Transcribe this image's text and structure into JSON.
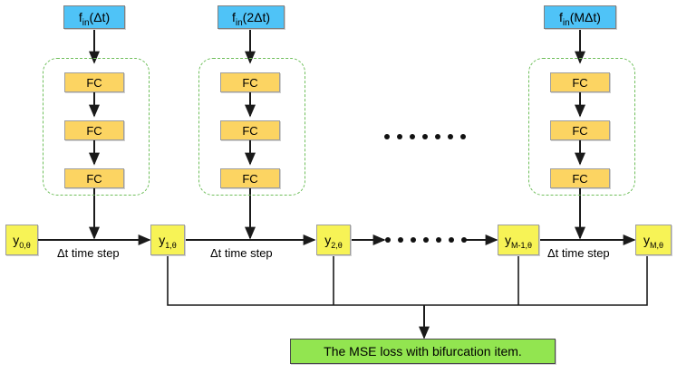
{
  "diagram": {
    "title": "Recurrent fully-connected network unrolled over M time steps with MSE bifurcation loss",
    "colors": {
      "input_box": "#4FC3F7",
      "fc_box": "#FCD462",
      "state_box": "#F7F356",
      "loss_box": "#92E550",
      "group_border": "#6FBF5B",
      "edge": "#1a1a1a",
      "background": "#FFFFFF"
    },
    "inputs": [
      {
        "id": "input-1",
        "text": "f",
        "sub": "in",
        "arg": "(Δt)"
      },
      {
        "id": "input-2",
        "text": "f",
        "sub": "in",
        "arg": "(2Δt)"
      },
      {
        "id": "input-M",
        "text": "f",
        "sub": "in",
        "arg": "(MΔt)"
      }
    ],
    "fc_groups": [
      {
        "id": "fc-group-1",
        "layers": [
          "FC",
          "FC",
          "FC"
        ]
      },
      {
        "id": "fc-group-2",
        "layers": [
          "FC",
          "FC",
          "FC"
        ]
      },
      {
        "id": "fc-group-M",
        "layers": [
          "FC",
          "FC",
          "FC"
        ]
      }
    ],
    "fc_label": "FC",
    "states": [
      {
        "id": "state-0",
        "sym": "y",
        "sub": "0,θ"
      },
      {
        "id": "state-1",
        "sym": "y",
        "sub": "1,θ"
      },
      {
        "id": "state-2",
        "sym": "y",
        "sub": "2,θ"
      },
      {
        "id": "state-M-1",
        "sym": "y",
        "sub": "M-1,θ"
      },
      {
        "id": "state-M",
        "sym": "y",
        "sub": "M,θ"
      }
    ],
    "step_labels": [
      "Δt time step",
      "Δt time step",
      "Δt time step"
    ],
    "ellipsis": {
      "dot_count": 7,
      "rows": [
        "fc-row",
        "state-row"
      ]
    },
    "loss": {
      "text": "The MSE loss with bifurcation item."
    }
  }
}
